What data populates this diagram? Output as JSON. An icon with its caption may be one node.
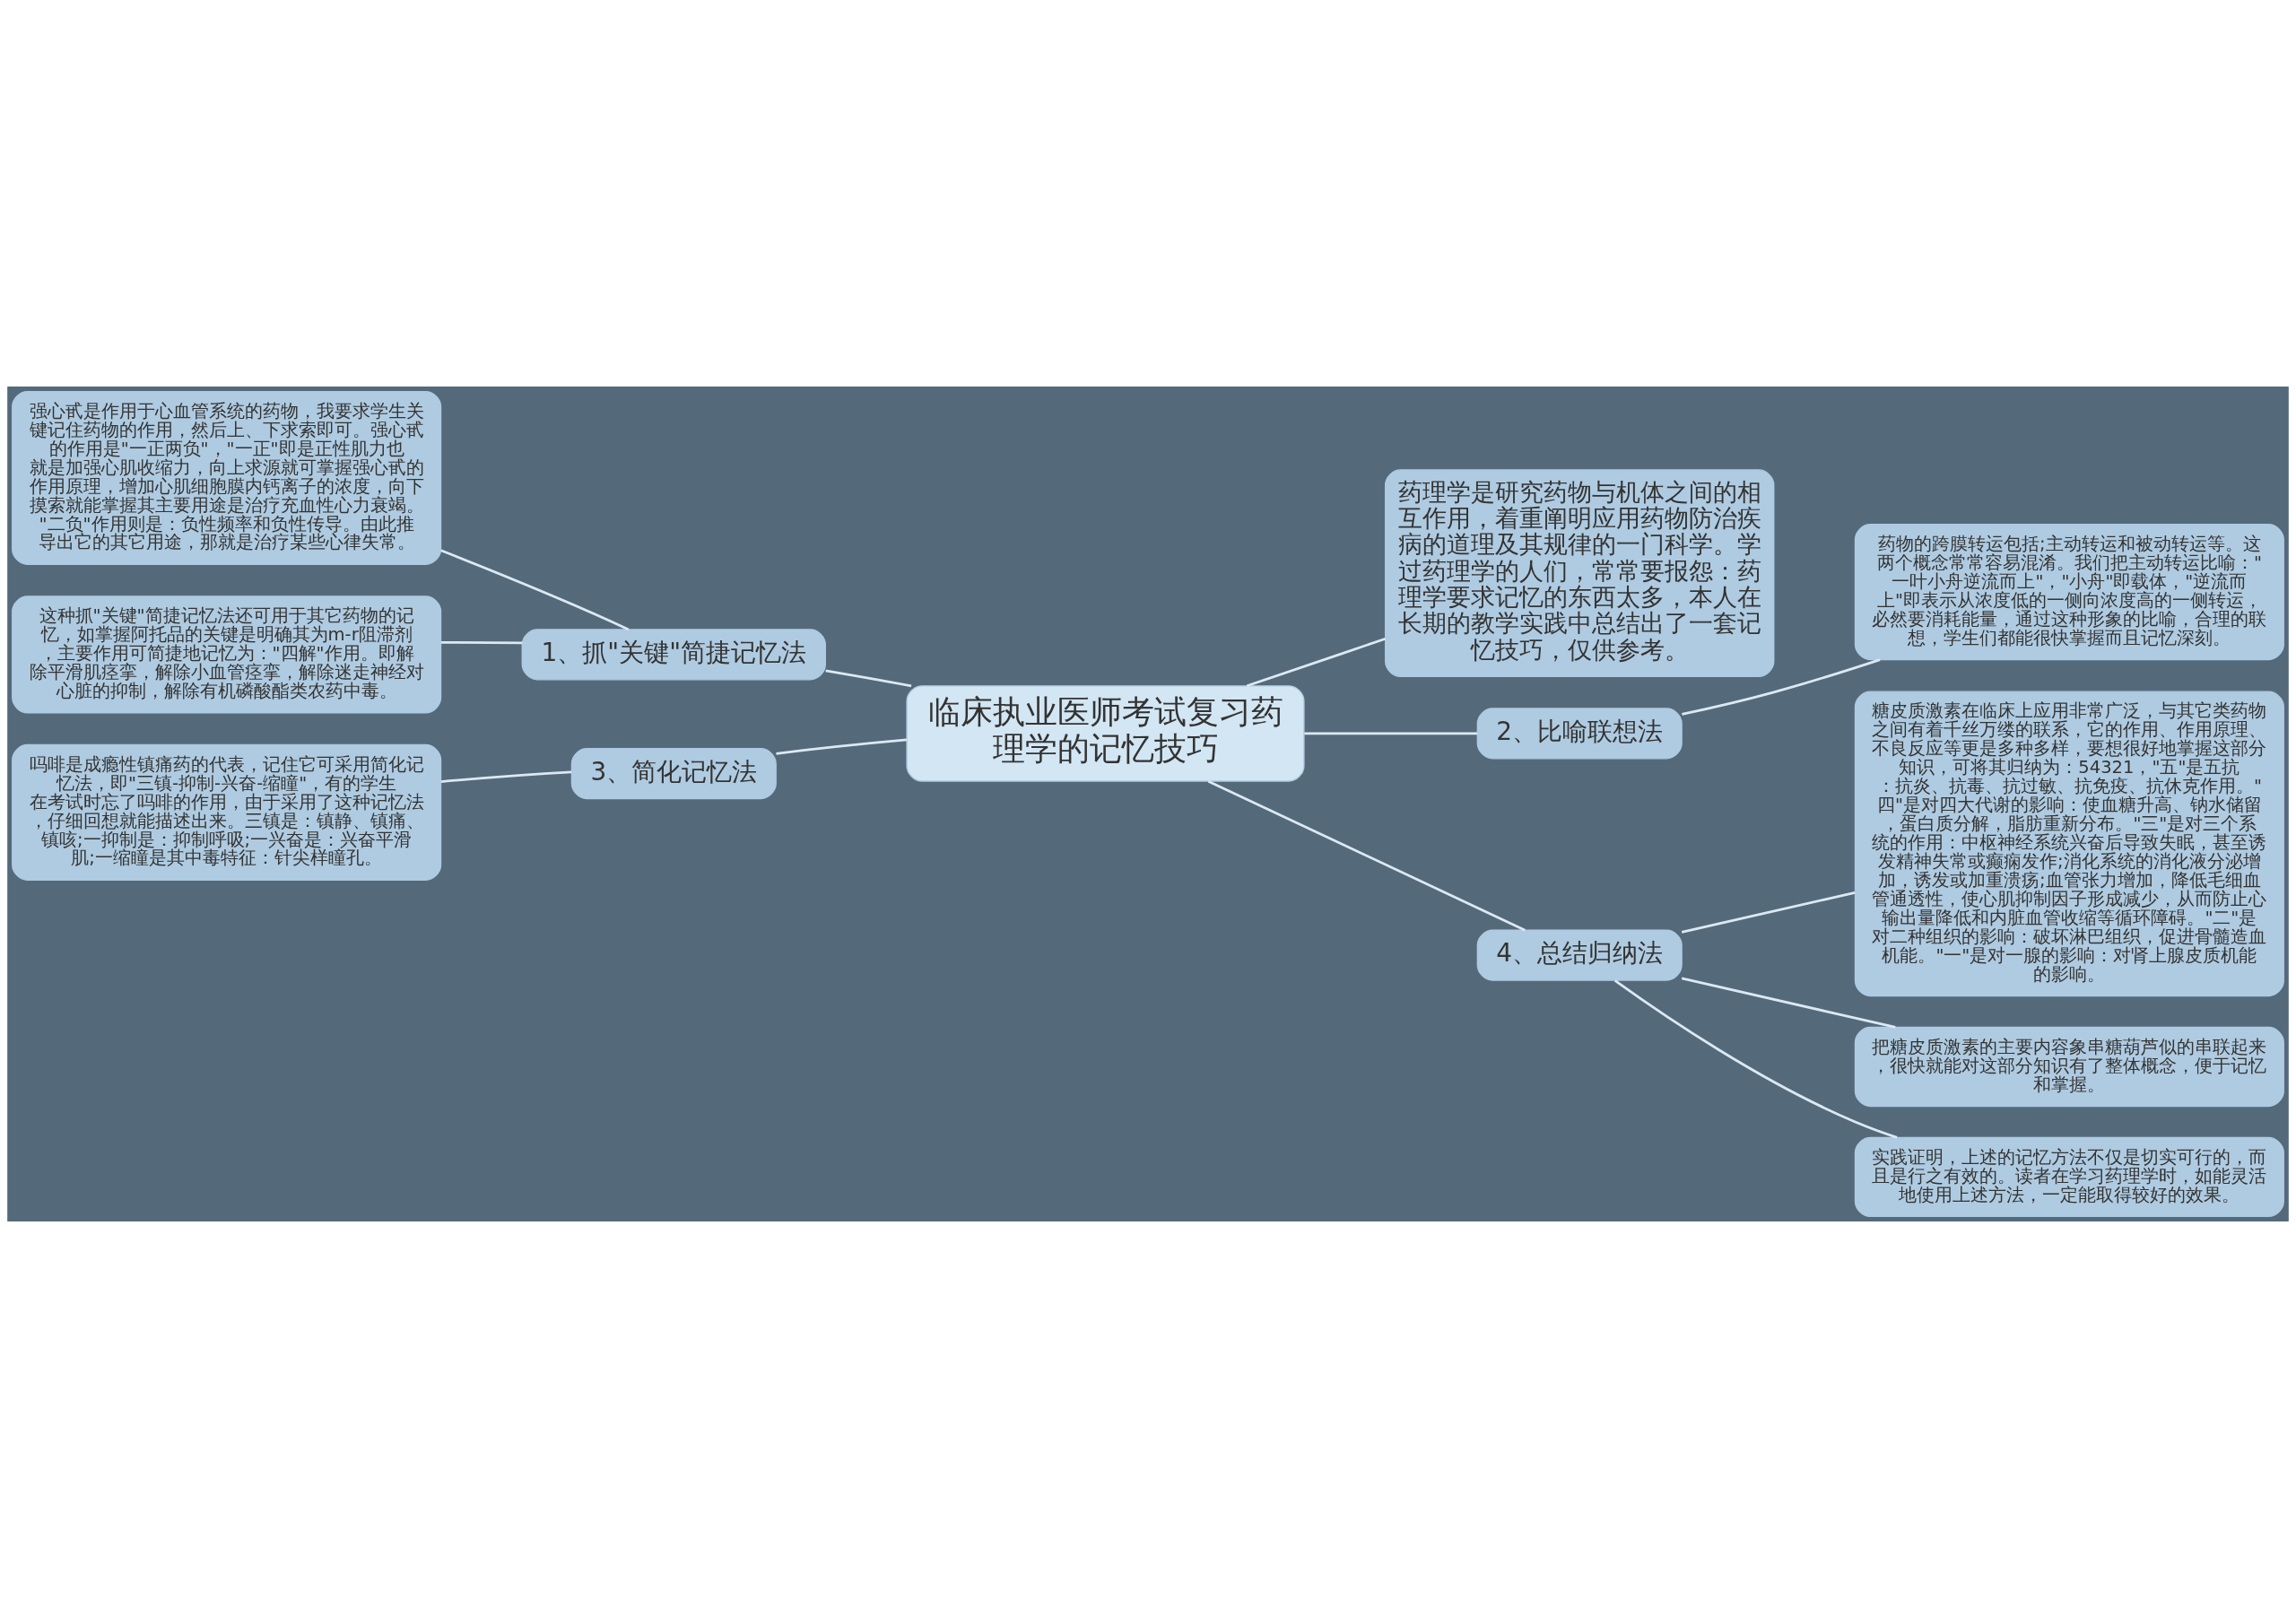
{
  "diagram": {
    "nodes": [
      {
        "text": [
          "临床执业医师考试复习药理学的记忆技巧"
        ]
      },
      {
        "text": [
          "1、抓\"关键\"简捷记忆法"
        ]
      },
      {
        "text": [
          "强心甙是作用于心血管系统的药物，我要求学生关键记住药物的作用，然后上、下求索即可。强心甙的作用是\"一正两负\"，\"一正\"即是正性肌力也就是加强心肌收缩力，向上求源就可掌握强心甙的作用原理，增加心肌细胞膜内钙离子的浓度，向下摸索就能掌握其主要用途是治疗充血性心力衰竭。\"二负\"作用则是：负性频率和负性传导。由此推导出它的其它用途，那就是治疗某些心律失常。"
        ]
      },
      {
        "text": [
          "这种抓\"关键\"简捷记忆法还可用于其它药物的记忆，如掌握阿托品的关键是明确其为m-r阻滞剂，主要作用可简捷地记忆为：\"四解\"作用。即解除平滑肌痉挛，解除小血管痉挛，解除迷走神经对心脏的抑制，解除有机磷酸酯类农药中毒。"
        ]
      },
      {
        "text": [
          "3、简化记忆法"
        ]
      },
      {
        "text": [
          "吗啡是成瘾性镇痛药的代表，记住它可采用简化记忆法，即\"三镇-抑制-兴奋-缩瞳\"，有的学生在考试时忘了吗啡的作用，由于采用了这种记忆法，仔细回想就能描述出来。三镇是：镇静、镇痛、镇咳;一抑制是：抑制呼吸;一兴奋是：兴奋平滑肌;一缩瞳是其中毒特征：针尖样瞳孔。"
        ]
      },
      {
        "text": [
          "药理学是研究药物与机体之间的相互作用，着重阐明应用药物防治疾病的道理及其规律的一门科学。学过药理学的人们，常常要报怨：药理学要求记忆的东西太多，本人在长期的教学实践中总结出了一套记忆技巧，仅供参考。"
        ]
      },
      {
        "text": [
          "2、比喻联想法"
        ]
      },
      {
        "text": [
          "药物的跨膜转运包括;主动转运和被动转运等。这两个概念常常容易混淆。我们把主动转运比喻：\"一叶小舟逆流而上\"，\"小舟\"即载体，\"逆流而上\"即表示从浓度低的一侧向浓度高的一侧转运，必然要消耗能量，通过这种形象的比喻，合理的联想，学生们都能很快掌握而且记忆深刻。"
        ]
      },
      {
        "text": [
          "4、总结归纳法"
        ]
      },
      {
        "text": [
          "糖皮质激素在临床上应用非常广泛，与其它类药物之间有着千丝万缕的联系，它的作用、作用原理、不良反应等更是多种多样，要想很好地掌握这部分知识，可将其归纳为：54321，\"五\"是五抗：抗炎、抗毒、抗过敏、抗免疫、抗休克作用。\"四\"是对四大代谢的影响：使血糖升高、钠水储留，蛋白质分解，脂肪重新分布。\"三\"是对三个系统的作用：中枢神经系统兴奋后导致失眠，甚至诱发精神失常或癫痫发作;消化系统的消化液分泌增加，诱发或加重溃疡;血管张力增加，降低毛细血管通透性，使心肌抑制因子形成减少，从而防止心输出量降低和内脏血管收缩等循环障碍。\"二\"是对二种组织的影响：破坏淋巴组织，促进骨髓造血机能。\"一\"是对一腺的影响：对肾上腺皮质机能的影响。"
        ]
      },
      {
        "text": [
          "把糖皮质激素的主要内容象串糖葫芦似的串联起来，很快就能对这部分知识有了整体概念，便于记忆和掌握。"
        ]
      },
      {
        "text": [
          "实践证明，上述的记忆方法不仅是切实可行的，而且是行之有效的。读者在学习药理学时，如能灵活地使用上述方法，一定能取得较好的效果。"
        ]
      }
    ],
    "edges": [
      {
        "from": 0,
        "to": 1,
        "arrow": "none"
      },
      {
        "from": 1,
        "to": 2,
        "arrow": "none"
      },
      {
        "from": 1,
        "to": 3,
        "arrow": "none"
      },
      {
        "from": 0,
        "to": 4,
        "arrow": "none"
      },
      {
        "from": 4,
        "to": 5,
        "arrow": "none"
      },
      {
        "from": 0,
        "to": 6,
        "arrow": "none"
      },
      {
        "from": 0,
        "to": 7,
        "arrow": "none"
      },
      {
        "from": 7,
        "to": 8,
        "arrow": "none"
      },
      {
        "from": 0,
        "to": 9,
        "arrow": "none"
      },
      {
        "from": 9,
        "to": 10,
        "arrow": "none"
      },
      {
        "from": 9,
        "to": 11,
        "arrow": "none"
      },
      {
        "from": 9,
        "to": 12,
        "arrow": "none"
      }
    ]
  }
}
